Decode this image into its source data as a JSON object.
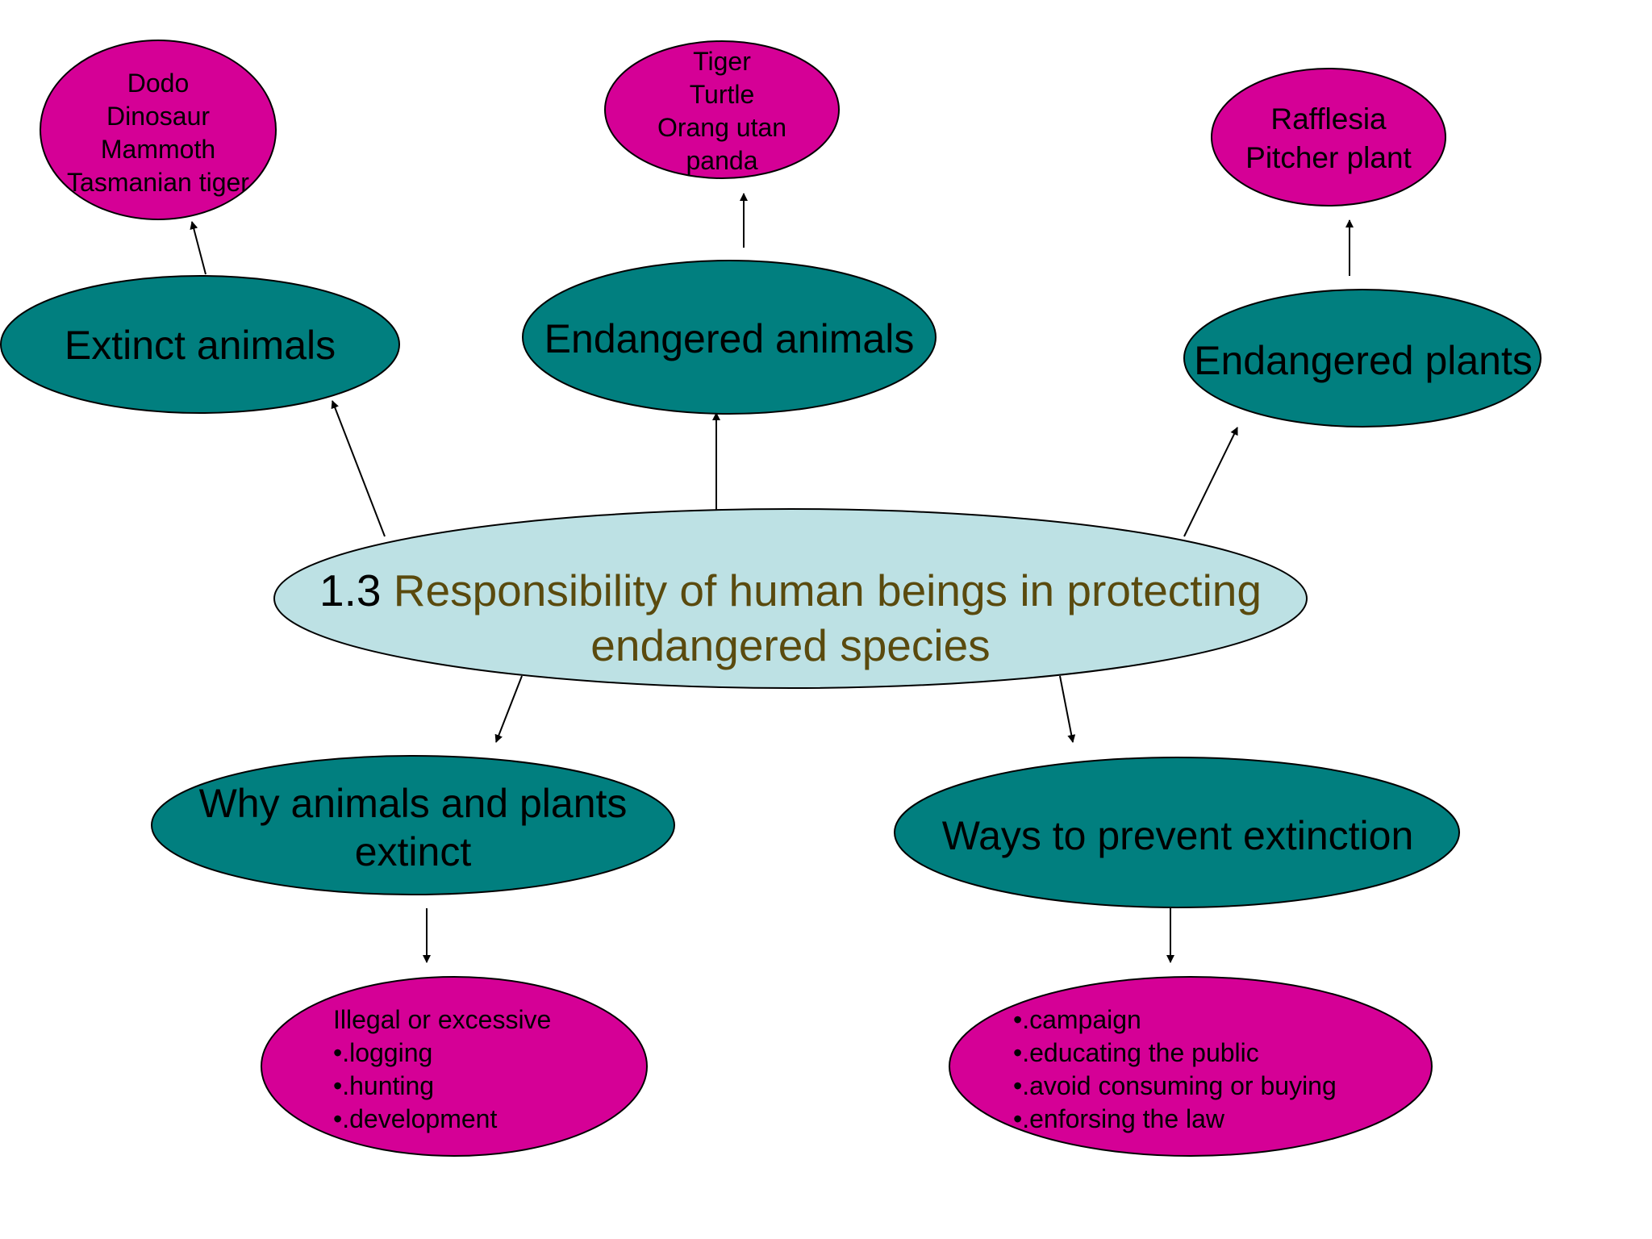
{
  "colors": {
    "center_fill": "#bde1e4",
    "teal_fill": "#017f7f",
    "pink_fill": "#d50096",
    "center_text_accent": "#5a4a0e",
    "stroke": "#000000"
  },
  "center": {
    "number": "1.3",
    "line1": "Responsibility of human beings in protecting",
    "line2": "endangered species"
  },
  "categories": {
    "extinct_animals": "Extinct animals",
    "endangered_animals": "Endangered animals",
    "endangered_plants": "Endangered plants",
    "why_extinct_line1": "Why animals and plants",
    "why_extinct_line2": "extinct",
    "ways_prevent": "Ways to prevent extinction"
  },
  "examples": {
    "extinct_animals": [
      "Dodo",
      "Dinosaur",
      "Mammoth",
      "Tasmanian tiger"
    ],
    "endangered_animals": [
      "Tiger",
      "Turtle",
      "Orang utan",
      "panda"
    ],
    "endangered_plants": [
      "Rafflesia",
      "Pitcher plant"
    ]
  },
  "reasons": {
    "heading": "Illegal or excessive",
    "items": [
      "•.logging",
      "•.hunting",
      "•.development"
    ]
  },
  "prevention": {
    "items": [
      "•.campaign",
      "•.educating the public",
      "•.avoid consuming or buying",
      "•.enforsing the law"
    ]
  }
}
